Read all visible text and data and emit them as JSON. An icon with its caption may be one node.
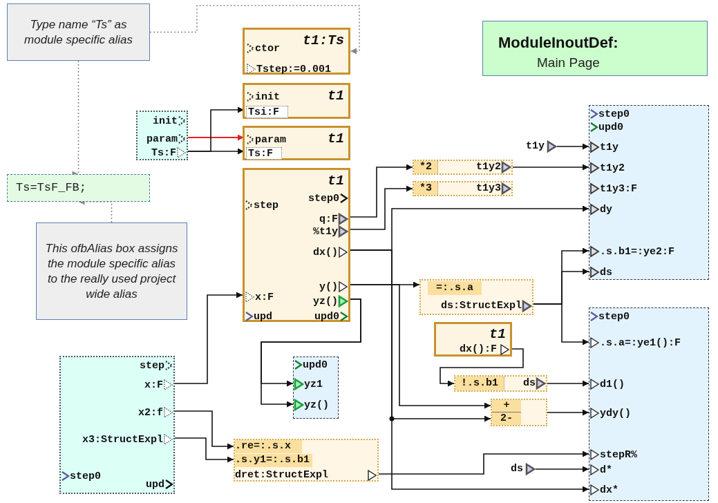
{
  "diagram": {
    "nodes": [
      {
        "text": [
          "Type name “Ts” as module specific alias"
        ]
      },
      {
        "text": [
          "ModuleInoutDef:",
          "Main Page"
        ]
      },
      {
        "text": [
          "t1:Ts"
        ]
      },
      {
        "text": [
          "ctor"
        ],
        "in": 2
      },
      {
        "text": [
          "Tstep:=0.001"
        ],
        "in": 2
      },
      {
        "text": [
          "t1"
        ]
      },
      {
        "text": [
          "init"
        ],
        "in": 5
      },
      {
        "text": [
          "Tsi:F"
        ],
        "in": 5
      },
      {
        "text": [],
        "shape": "box"
      },
      {
        "text": [
          "init"
        ],
        "in": 8
      },
      {
        "text": [
          "param"
        ],
        "in": 8
      },
      {
        "text": [
          "Ts:F"
        ],
        "in": 8
      },
      {
        "text": [
          "t1"
        ]
      },
      {
        "text": [
          "param"
        ],
        "in": 12
      },
      {
        "text": [
          "Ts:F"
        ],
        "in": 12
      },
      {
        "text": [
          "Ts=TsF_FB;"
        ]
      },
      {
        "text": [
          "t1"
        ]
      },
      {
        "text": [
          "step"
        ],
        "in": 16
      },
      {
        "text": [
          "step0"
        ],
        "in": 16
      },
      {
        "text": [
          "q:F"
        ],
        "in": 16
      },
      {
        "text": [
          "%t1y"
        ],
        "in": 16
      },
      {
        "text": [
          "dx()"
        ],
        "in": 16
      },
      {
        "text": [
          "x:F"
        ],
        "in": 16
      },
      {
        "text": [
          "upd"
        ],
        "in": 16
      },
      {
        "text": [
          "y()"
        ],
        "in": 16
      },
      {
        "text": [
          "yz()"
        ],
        "in": 16
      },
      {
        "text": [
          "upd0"
        ],
        "in": 16
      },
      {
        "text": [
          "This ofbAlias box assigns the module specific alias to the really used project wide alias"
        ]
      },
      {
        "text": [],
        "shape": "box"
      },
      {
        "text": [
          "step0"
        ],
        "in": 28
      },
      {
        "text": [
          "upd0"
        ],
        "in": 28
      },
      {
        "text": [
          "t1y"
        ],
        "in": 28
      },
      {
        "text": [
          "t1y2"
        ],
        "in": 28
      },
      {
        "text": [
          "t1y3:F"
        ],
        "in": 28
      },
      {
        "text": [
          "dy"
        ],
        "in": 28
      },
      {
        "text": [
          ".s.b1=:ye2:F"
        ],
        "in": 28
      },
      {
        "text": [
          "ds"
        ],
        "in": 28
      },
      {
        "text": [
          "t1y"
        ]
      },
      {
        "text": [
          "*2",
          "t1y2"
        ]
      },
      {
        "text": [
          "*3",
          "t1y3"
        ]
      },
      {
        "text": [
          "=:.s.a",
          "ds:StructExpl"
        ]
      },
      {
        "text": [
          "t1",
          "dx():F"
        ]
      },
      {
        "text": [],
        "shape": "box"
      },
      {
        "text": [
          "step0"
        ],
        "in": 42
      },
      {
        "text": [
          ".s.a=:ye1():F"
        ],
        "in": 42
      },
      {
        "text": [
          "d1()"
        ],
        "in": 42
      },
      {
        "text": [
          "ydy()"
        ],
        "in": 42
      },
      {
        "text": [
          "stepR%"
        ],
        "in": 42
      },
      {
        "text": [
          "d*"
        ],
        "in": 42
      },
      {
        "text": [
          "dx*"
        ],
        "in": 42
      },
      {
        "text": [],
        "shape": "box"
      },
      {
        "text": [
          "upd0"
        ],
        "in": 50
      },
      {
        "text": [
          "yz1"
        ],
        "in": 50
      },
      {
        "text": [
          "yz()"
        ],
        "in": 50
      },
      {
        "text": [],
        "shape": "box"
      },
      {
        "text": [
          "step"
        ],
        "in": 54
      },
      {
        "text": [
          "x:F"
        ],
        "in": 54
      },
      {
        "text": [
          "x2:f"
        ],
        "in": 54
      },
      {
        "text": [
          "x3:StructExpl"
        ],
        "in": 54
      },
      {
        "text": [
          "step0"
        ],
        "in": 54
      },
      {
        "text": [
          "upd"
        ],
        "in": 54
      },
      {
        "text": [
          "!.s.b1",
          "ds"
        ]
      },
      {
        "text": [
          "+",
          "2-"
        ]
      },
      {
        "text": [
          ".re=:.s.x",
          ".s.y1=:.s.b1",
          "dret:StructExpl"
        ]
      },
      {
        "text": [
          "ds"
        ]
      }
    ],
    "edges": [
      {
        "from": 0,
        "to": 2,
        "arrow": "to",
        "style": "dashed",
        "color": "#888888"
      },
      {
        "from": 0,
        "to": 15,
        "arrow": "to",
        "style": "dashed",
        "color": "#888888"
      },
      {
        "from": 27,
        "to": 15,
        "arrow": "to",
        "style": "dashed",
        "color": "#888888"
      },
      {
        "from": 10,
        "to": 13,
        "arrow": "to",
        "color": "#e32222"
      },
      {
        "from": 11,
        "to": 7,
        "arrow": "to"
      },
      {
        "from": 11,
        "to": 14,
        "arrow": "to"
      },
      {
        "from": 19,
        "to": 38,
        "arrow": "to"
      },
      {
        "from": 20,
        "to": 39,
        "arrow": "to"
      },
      {
        "from": 21,
        "to": 34,
        "arrow": "to"
      },
      {
        "from": 21,
        "to": 62,
        "arrow": "to"
      },
      {
        "from": 21,
        "to": 49,
        "arrow": "to"
      },
      {
        "from": 24,
        "to": 40,
        "arrow": "to"
      },
      {
        "from": 24,
        "to": 62,
        "arrow": "to"
      },
      {
        "from": 25,
        "to": 52,
        "arrow": "to"
      },
      {
        "from": 25,
        "to": 53,
        "arrow": "to"
      },
      {
        "from": 40,
        "to": 35,
        "arrow": "to"
      },
      {
        "from": 40,
        "to": 36,
        "arrow": "to"
      },
      {
        "from": 40,
        "to": 44,
        "arrow": "to"
      },
      {
        "from": 37,
        "to": 31,
        "arrow": "to"
      },
      {
        "from": 38,
        "to": 32,
        "arrow": "to"
      },
      {
        "from": 41,
        "to": 61,
        "arrow": "to"
      },
      {
        "from": 61,
        "to": 45,
        "arrow": "to"
      },
      {
        "from": 62,
        "to": 46,
        "arrow": "to"
      },
      {
        "from": 63,
        "to": 47,
        "arrow": "to"
      },
      {
        "from": 64,
        "to": 48,
        "arrow": "to"
      },
      {
        "from": 56,
        "to": 22,
        "arrow": "to"
      },
      {
        "from": 57,
        "to": 63,
        "arrow": "to"
      },
      {
        "from": 58,
        "to": 63,
        "arrow": "to"
      }
    ]
  }
}
